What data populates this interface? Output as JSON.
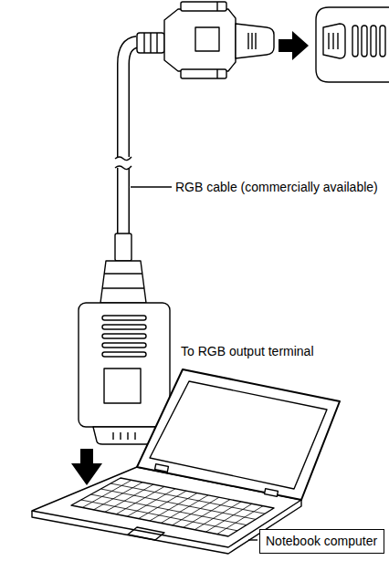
{
  "diagram": {
    "nodes": [
      {
        "text": [
          "Notebook computer"
        ]
      }
    ],
    "labels": [
      "RGB cable (commercially available)",
      "To RGB output terminal"
    ]
  }
}
